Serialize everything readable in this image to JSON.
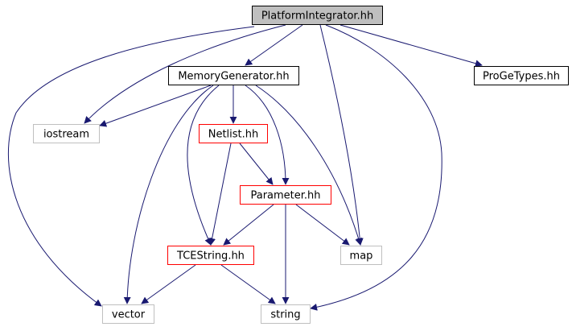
{
  "colors": {
    "edge": "#191970",
    "root_fill": "#bfbfbf",
    "project_border": "#000000",
    "system_border": "#bfbfbf",
    "linked_border": "#ff0000",
    "node_fill": "#ffffff",
    "label": "#000000",
    "system_label": "#404040"
  },
  "nodes": {
    "platform_integrator": {
      "label": "PlatformIntegrator.hh",
      "kind": "root"
    },
    "memory_generator": {
      "label": "MemoryGenerator.hh",
      "kind": "project"
    },
    "proge_types": {
      "label": "ProGeTypes.hh",
      "kind": "project"
    },
    "iostream": {
      "label": "iostream",
      "kind": "system"
    },
    "netlist": {
      "label": "Netlist.hh",
      "kind": "linked"
    },
    "parameter": {
      "label": "Parameter.hh",
      "kind": "linked"
    },
    "tcestring": {
      "label": "TCEString.hh",
      "kind": "linked"
    },
    "map": {
      "label": "map",
      "kind": "system"
    },
    "vector": {
      "label": "vector",
      "kind": "system"
    },
    "string": {
      "label": "string",
      "kind": "system"
    }
  },
  "edges": [
    {
      "from": "platform_integrator",
      "to": "memory_generator"
    },
    {
      "from": "platform_integrator",
      "to": "proge_types"
    },
    {
      "from": "platform_integrator",
      "to": "iostream"
    },
    {
      "from": "platform_integrator",
      "to": "map"
    },
    {
      "from": "platform_integrator",
      "to": "vector"
    },
    {
      "from": "platform_integrator",
      "to": "string"
    },
    {
      "from": "memory_generator",
      "to": "iostream"
    },
    {
      "from": "memory_generator",
      "to": "netlist"
    },
    {
      "from": "memory_generator",
      "to": "parameter"
    },
    {
      "from": "memory_generator",
      "to": "tcestring"
    },
    {
      "from": "memory_generator",
      "to": "map"
    },
    {
      "from": "memory_generator",
      "to": "vector"
    },
    {
      "from": "netlist",
      "to": "parameter"
    },
    {
      "from": "netlist",
      "to": "tcestring"
    },
    {
      "from": "parameter",
      "to": "tcestring"
    },
    {
      "from": "parameter",
      "to": "map"
    },
    {
      "from": "parameter",
      "to": "string"
    },
    {
      "from": "tcestring",
      "to": "vector"
    },
    {
      "from": "tcestring",
      "to": "string"
    }
  ]
}
